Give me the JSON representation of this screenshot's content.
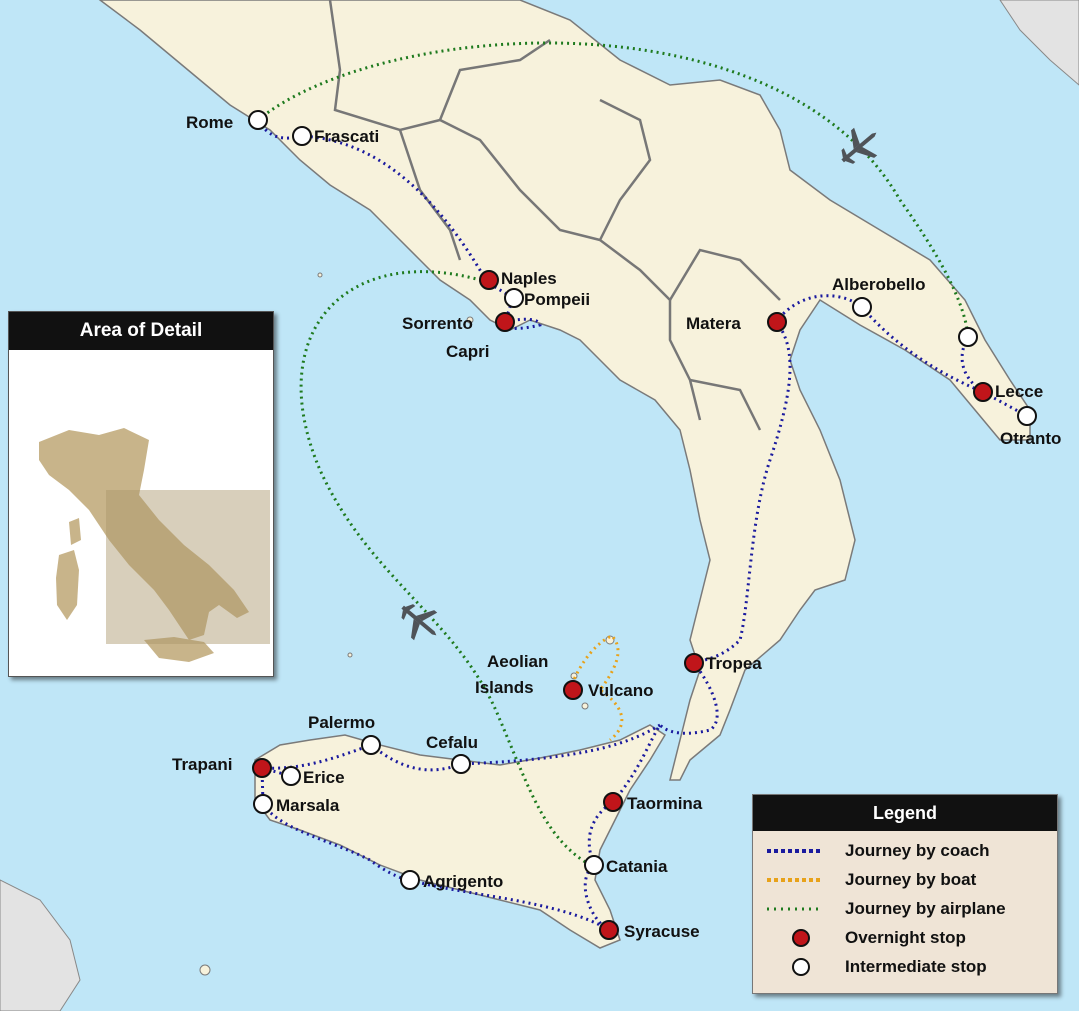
{
  "inset": {
    "title": "Area of Detail"
  },
  "legend": {
    "title": "Legend",
    "items": [
      {
        "label": "Journey by coach",
        "symbol": "dotted-line",
        "color": "#1a1a9e"
      },
      {
        "label": "Journey by boat",
        "symbol": "dotted-line",
        "color": "#e8a21a"
      },
      {
        "label": "Journey by airplane",
        "symbol": "dotted-line",
        "color": "#1e7a1e"
      },
      {
        "label": "Overnight stop",
        "symbol": "red-circle",
        "color": "#c0151a"
      },
      {
        "label": "Intermediate stop",
        "symbol": "white-circle",
        "color": "#ffffff"
      }
    ]
  },
  "places": {
    "rome": "Rome",
    "frascati": "Frascati",
    "naples": "Naples",
    "pompeii": "Pompeii",
    "sorrento": "Sorrento",
    "capri": "Capri",
    "alberobello": "Alberobello",
    "matera": "Matera",
    "lecce": "Lecce",
    "otranto": "Otranto",
    "tropea": "Tropea",
    "aeolian_islands_1": "Aeolian",
    "aeolian_islands_2": "Islands",
    "vulcano": "Vulcano",
    "palermo": "Palermo",
    "cefalu": "Cefalu",
    "trapani": "Trapani",
    "erice": "Erice",
    "marsala": "Marsala",
    "taormina": "Taormina",
    "catania": "Catania",
    "agrigento": "Agrigento",
    "syracuse": "Syracuse"
  },
  "colors": {
    "sea": "#bfe6f7",
    "land": "#f7f2dc",
    "coach": "#1a1a9e",
    "boat": "#e8a21a",
    "airplane": "#1e7a1e",
    "overnight": "#c0151a",
    "intermediate": "#ffffff",
    "inset_land": "#c8b48a",
    "inset_highlight": "#a89468"
  },
  "icons": [
    "airplane-icon",
    "airplane-icon"
  ]
}
